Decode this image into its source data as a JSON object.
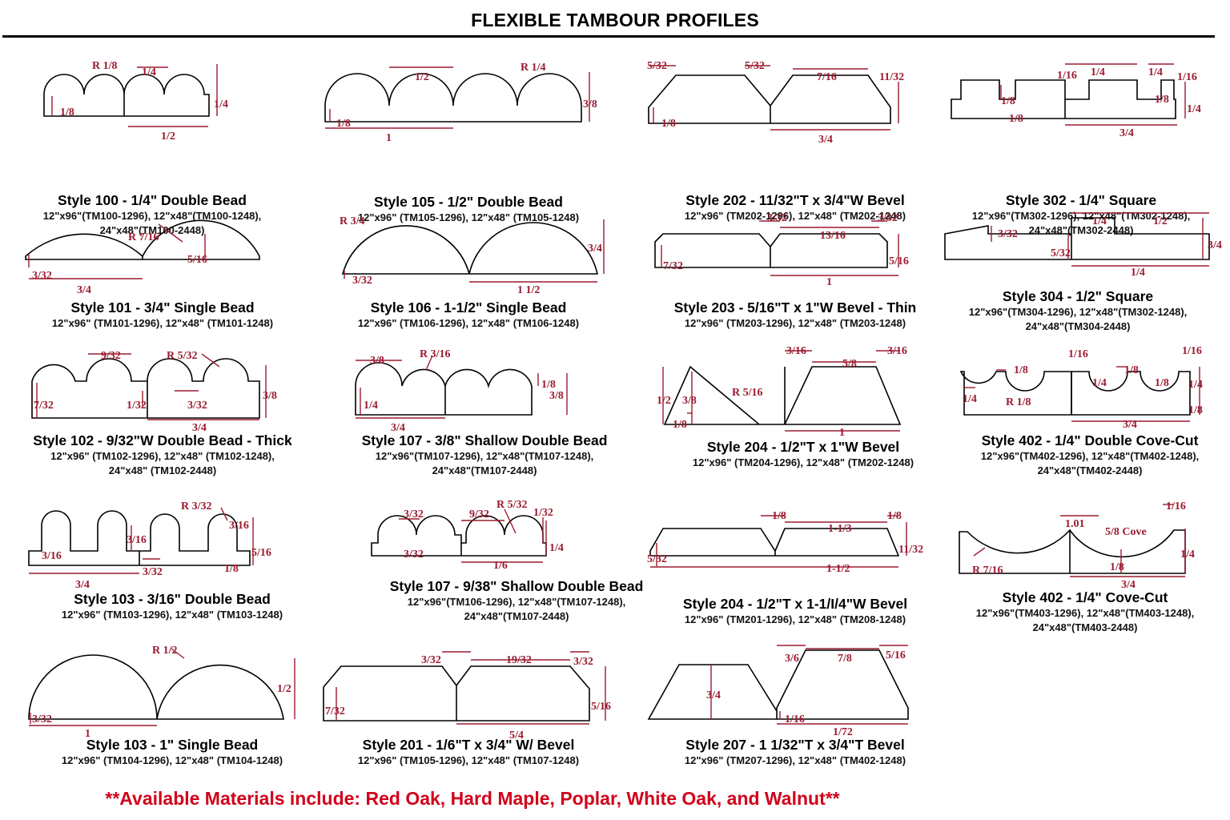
{
  "title": "FLEXIBLE TAMBOUR PROFILES",
  "footer": {
    "text": "**Available Materials include: Red Oak, Hard Maple, Poplar, White Oak, and Walnut**",
    "color": "#d0021b"
  },
  "colors": {
    "dimension": "#9b1b30",
    "profile": "#000000"
  },
  "profiles": [
    {
      "name": "Style 100 - 1/4\" Double Bead",
      "sku": [
        "12\"x96\"(TM100-1296), 12\"x48\"(TM100-1248),",
        "24\"x48\"(TM100-2448)"
      ],
      "dims": [
        "R 1/8",
        "1/4",
        "1/8",
        "1/4",
        "1/2"
      ]
    },
    {
      "name": "Style 105 - 1/2\" Double Bead",
      "sku": [
        "12\"x96\" (TM105-1296), 12\"x48\" (TM105-1248)"
      ],
      "dims": [
        "1/2",
        "R 1/4",
        "3/8",
        "1/8",
        "1"
      ]
    },
    {
      "name": "Style 202 - 11/32\"T x 3/4\"W Bevel",
      "sku": [
        "12\"x96\" (TM202-1296), 12\"x48\" (TM202-1248)"
      ],
      "dims": [
        "5/32",
        "5/32",
        "7/16",
        "11/32",
        "1/8",
        "3/4"
      ]
    },
    {
      "name": "Style 302 - 1/4\" Square",
      "sku": [
        "12\"x96\"(TM302-1296), 12\"x48\"(TM302-1248),",
        "24\"x48\"(TM302-2448)"
      ],
      "dims": [
        "1/16",
        "1/4",
        "1/4",
        "1/16",
        "1/8",
        "1/8",
        "1/8",
        "1/4",
        "3/4"
      ]
    },
    {
      "name": "Style 101 - 3/4\" Single Bead",
      "sku": [
        "12\"x96\" (TM101-1296), 12\"x48\" (TM101-1248)"
      ],
      "dims": [
        "R 7/16",
        "5/16",
        "3/32",
        "3/4"
      ]
    },
    {
      "name": "Style 106 - 1-1/2\" Single Bead",
      "sku": [
        "12\"x96\" (TM106-1296), 12\"x48\" (TM106-1248)"
      ],
      "dims": [
        "R 3/4",
        "3/4",
        "3/32",
        "1 1/2"
      ]
    },
    {
      "name": "Style 203 - 5/16\"T x 1\"W Bevel - Thin",
      "sku": [
        "12\"x96\" (TM203-1296), 12\"x48\" (TM203-1248)"
      ],
      "dims": [
        "3/32",
        "3/32",
        "13/16",
        "7/32",
        "5/16",
        "1"
      ]
    },
    {
      "name": "Style 304 - 1/2\" Square",
      "sku": [
        "12\"x96\"(TM304-1296), 12\"x48\"(TM302-1248),",
        "24\"x48\"(TM304-2448)"
      ],
      "dims": [
        "1/4",
        "1/2",
        "3/32",
        "5/32",
        "1/4",
        "3/4"
      ]
    },
    {
      "name": "Style 102 - 9/32\"W Double Bead - Thick",
      "sku": [
        "12\"x96\" (TM102-1296), 12\"x48\" (TM102-1248),",
        "24\"x48\" (TM102-2448)"
      ],
      "dims": [
        "9/32",
        "R 5/32",
        "7/32",
        "1/32",
        "3/32",
        "3/8",
        "3/4"
      ]
    },
    {
      "name": "Style 107 - 3/8\" Shallow Double Bead",
      "sku": [
        "12\"x96\"(TM107-1296), 12\"x48\"(TM107-1248),",
        "24\"x48\"(TM107-2448)"
      ],
      "dims": [
        "3/8",
        "R 3/16",
        "1/8",
        "3/8",
        "1/4",
        "3/4"
      ]
    },
    {
      "name": "Style 204 - 1/2\"T x 1\"W Bevel",
      "sku": [
        "12\"x96\" (TM204-1296), 12\"x48\" (TM202-1248)"
      ],
      "dims": [
        "3/16",
        "5/8",
        "3/16",
        "1/2",
        "3/8",
        "R 5/16",
        "1/8",
        "1"
      ]
    },
    {
      "name": "Style 402 - 1/4\" Double Cove-Cut",
      "sku": [
        "12\"x96\"(TM402-1296), 12\"x48\"(TM402-1248),",
        "24\"x48\"(TM402-2448)"
      ],
      "dims": [
        "1/16",
        "1/16",
        "1/8",
        "1/8",
        "1/4",
        "1/4",
        "1/8",
        "1/4",
        "R 1/8",
        "1/8",
        "3/4"
      ]
    },
    {
      "name": "Style 103 - 3/16\" Double Bead",
      "sku": [
        "12\"x96\" (TM103-1296), 12\"x48\" (TM103-1248)"
      ],
      "dims": [
        "R 3/32",
        "3/16",
        "3/16",
        "3/16",
        "5/16",
        "3/32",
        "1/8",
        "3/4"
      ]
    },
    {
      "name": "Style 107 - 9/38\" Shallow Double Bead",
      "sku": [
        "12\"x96\"(TM106-1296), 12\"x48\"(TM107-1248),",
        "24\"x48\"(TM107-2448)"
      ],
      "dims": [
        "3/32",
        "9/32",
        "R 5/32",
        "1/32",
        "1/4",
        "3/32",
        "1/6"
      ]
    },
    {
      "name": "Style 204 - 1/2\"T x 1-1/I/4\"W   Bevel",
      "sku": [
        "12\"x96\" (TM201-1296), 12\"x48\" (TM208-1248)"
      ],
      "dims": [
        "1/8",
        "1-1/3",
        "1/8",
        "11/32",
        "5/32",
        "1-1/2"
      ]
    },
    {
      "name": "Style 402 - 1/4\" Cove-Cut",
      "sku": [
        "12\"x96\"(TM403-1296), 12\"x48\"(TM403-1248),",
        "24\"x48\"(TM403-2448)"
      ],
      "dims": [
        "1/16",
        "1.01",
        "5/8 Cove",
        "1/4",
        "R 7/16",
        "1/8",
        "3/4"
      ]
    },
    {
      "name": "Style 103 - 1\" Single Bead",
      "sku": [
        "12\"x96\" (TM104-1296), 12\"x48\" (TM104-1248)"
      ],
      "dims": [
        "R 1/2",
        "1/2",
        "3/32",
        "1"
      ]
    },
    {
      "name": "Style 201 - 1/6\"T x 3/4\" W/ Bevel",
      "sku": [
        "12\"x96\" (TM105-1296), 12\"x48\" (TM107-1248)"
      ],
      "dims": [
        "3/32",
        "19/32",
        "3/32",
        "7/32",
        "5/16",
        "5/4"
      ]
    },
    {
      "name": "Style 207 - 1 1/32\"T x 3/4\"T Bevel",
      "sku": [
        "12\"x96\" (TM207-1296), 12\"x48\" (TM402-1248)"
      ],
      "dims": [
        "3/6",
        "7/8",
        "5/16",
        "3/4",
        "1/16",
        "1/72"
      ]
    }
  ]
}
